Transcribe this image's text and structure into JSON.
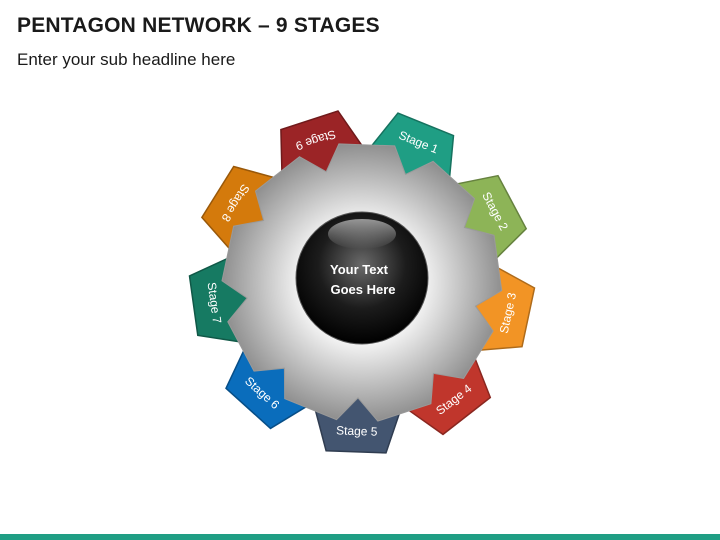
{
  "header": {
    "title": "PENTAGON NETWORK – 9 STAGES",
    "subtitle": "Enter your sub headline here"
  },
  "center": {
    "line1": "Your Text",
    "line2": "Goes Here"
  },
  "stages": [
    {
      "label": "Stage 1",
      "color": "#1f9e84"
    },
    {
      "label": "Stage 2",
      "color": "#8db457"
    },
    {
      "label": "Stage 3",
      "color": "#f29425"
    },
    {
      "label": "Stage 4",
      "color": "#c0362c"
    },
    {
      "label": "Stage 5",
      "color": "#435570"
    },
    {
      "label": "Stage 6",
      "color": "#0a6dbc"
    },
    {
      "label": "Stage 7",
      "color": "#167a62"
    },
    {
      "label": "Stage 8",
      "color": "#d47a0c"
    },
    {
      "label": "Stage 9",
      "color": "#9b2426"
    }
  ],
  "footer": {
    "color": "#1f9e84"
  }
}
